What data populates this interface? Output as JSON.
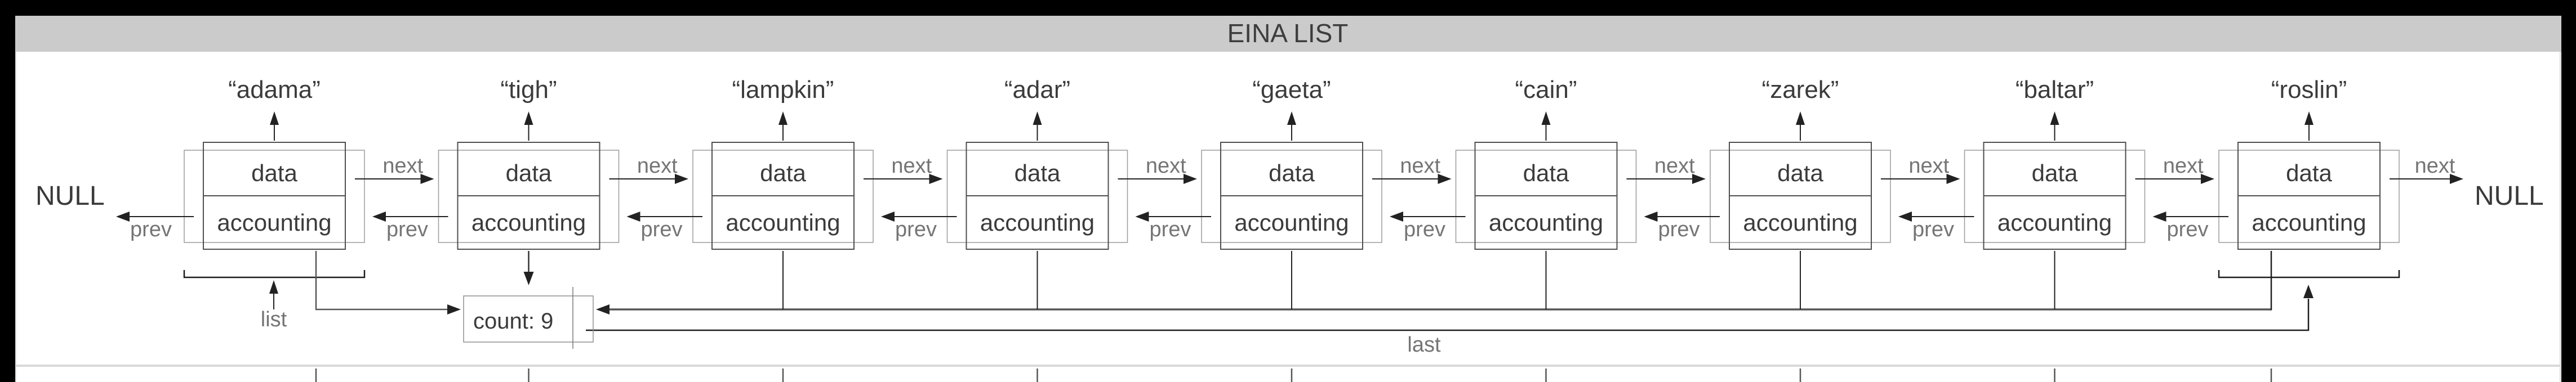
{
  "title": "EINA LIST",
  "terminators": {
    "left": "NULL",
    "right": "NULL"
  },
  "nodes": {
    "names": [
      "adama",
      "tigh",
      "lampkin",
      "adar",
      "gaeta",
      "cain",
      "zarek",
      "baltar",
      "roslin"
    ],
    "name_quote_open": "“",
    "name_quote_close": "”",
    "field_top_label": "data",
    "field_bottom_label": "accounting"
  },
  "pointer_labels": {
    "next": "next",
    "prev": "prev",
    "list": "list",
    "last": "last"
  },
  "count_box": {
    "text": "count: 9",
    "count": 9
  },
  "colors": {
    "frame_black": "#000000",
    "titlebar_gray": "#cbcbcb",
    "title_text": "#3d3d3d",
    "canvas_white": "#ffffff",
    "outer_box_border": "#9c9c9c",
    "inner_box_border": "#4f4f4f",
    "dark_text": "#3b3b3b",
    "label_gray": "#757575",
    "arrow_dark": "#222222",
    "long_line_gray": "#565656",
    "separator_gray": "#d9d9d9"
  }
}
